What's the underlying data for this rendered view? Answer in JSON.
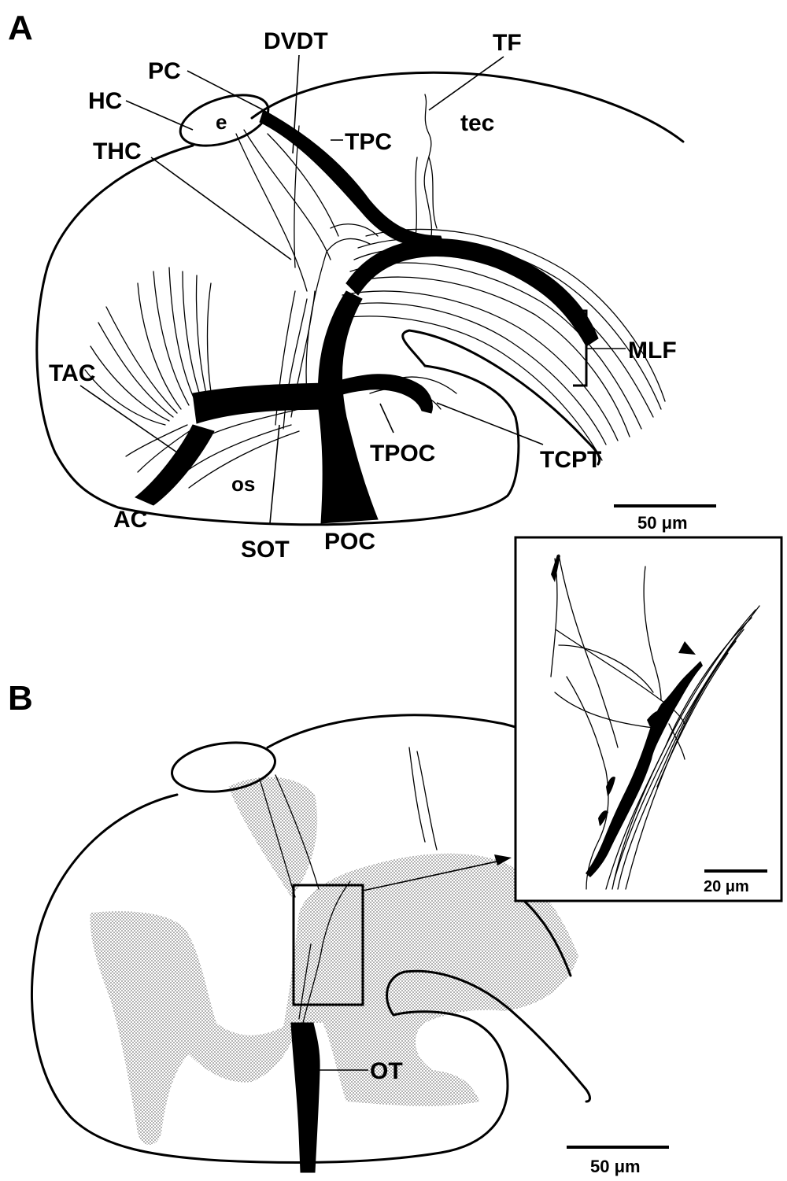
{
  "panels": {
    "a": {
      "letter": "A",
      "labels": {
        "pc": "PC",
        "dvdt": "DVDT",
        "tf": "TF",
        "hc": "HC",
        "e": "e",
        "tpc": "TPC",
        "tec": "tec",
        "thc": "THC",
        "tac": "TAC",
        "mlf": "MLF",
        "tpoc": "TPOC",
        "tcpt": "TCPT",
        "os": "os",
        "ac": "AC",
        "sot": "SOT",
        "poc": "POC"
      },
      "scale": "50 μm"
    },
    "b": {
      "letter": "B",
      "labels": {
        "ot": "OT"
      },
      "scale": "50 μm",
      "inset_scale": "20 μm"
    }
  },
  "colors": {
    "ink": "#000000",
    "shading": "#bdbdbd",
    "background": "#ffffff"
  }
}
